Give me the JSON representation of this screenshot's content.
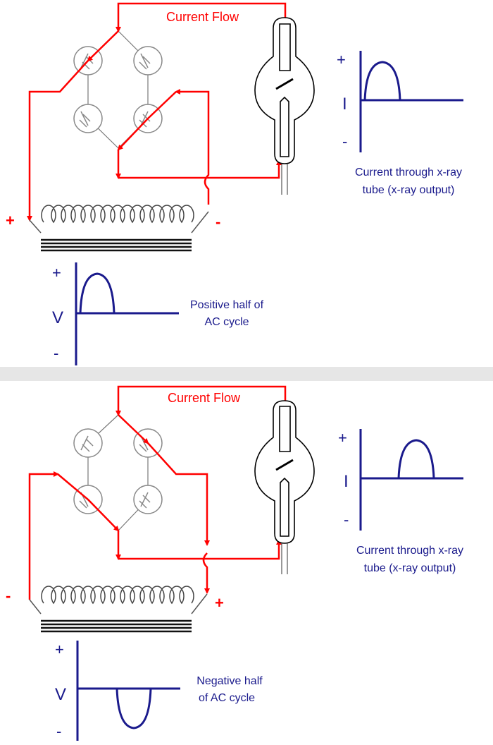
{
  "panels": [
    {
      "title": "Current Flow",
      "transformer_left_sign": "+",
      "transformer_right_sign": "-",
      "tube_graph": {
        "plus": "+",
        "axis": "I",
        "minus": "-",
        "caption_line1": "Current through x-ray",
        "caption_line2": "tube (x-ray output)"
      },
      "voltage_graph": {
        "plus": "+",
        "axis": "V",
        "minus": "-",
        "caption_line1": "Positive half of",
        "caption_line2": "AC cycle"
      }
    },
    {
      "title": "Current Flow",
      "transformer_left_sign": "-",
      "transformer_right_sign": "+",
      "tube_graph": {
        "plus": "+",
        "axis": "I",
        "minus": "-",
        "caption_line1": "Current through x-ray",
        "caption_line2": "tube (x-ray output)"
      },
      "voltage_graph": {
        "plus": "+",
        "axis": "V",
        "minus": "-",
        "caption_line1": "Negative half",
        "caption_line2": "of AC cycle"
      }
    }
  ],
  "colors": {
    "current": "#ff0000",
    "graph": "#1a1a8c",
    "wire": "#555555",
    "divider": "#e6e6e6"
  }
}
